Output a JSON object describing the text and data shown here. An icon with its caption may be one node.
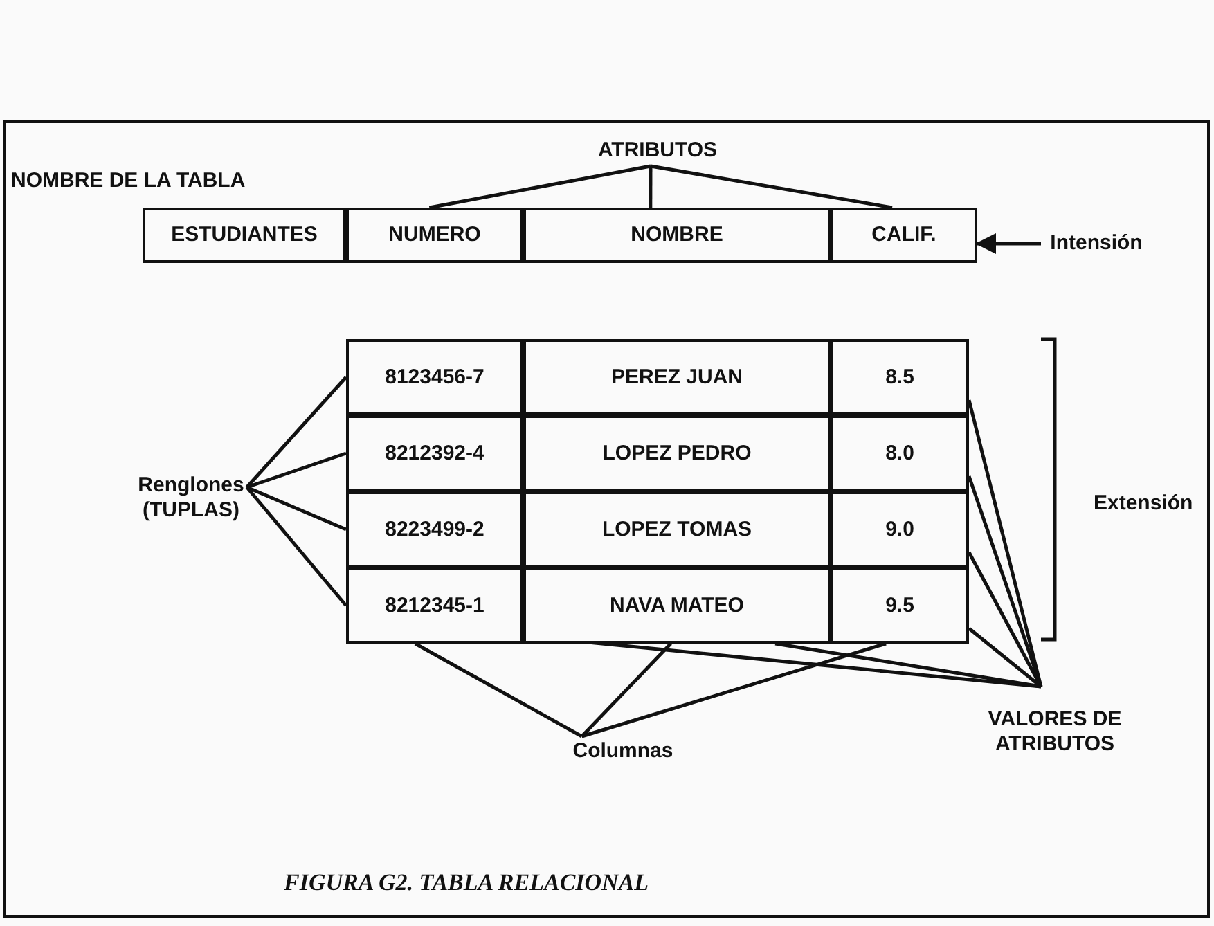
{
  "diagram": {
    "caption": "FIGURA G2. TABLA RELACIONAL",
    "nodes": [
      {
        "text": [
          "ATRIBUTOS"
        ]
      },
      {
        "text": [
          "ESTUDIANTES"
        ]
      },
      {
        "text": [
          "NUMERO"
        ]
      },
      {
        "text": [
          "NOMBRE"
        ]
      },
      {
        "text": [
          "CALIF."
        ]
      },
      {
        "text": [
          "Intensión"
        ]
      },
      {
        "text": [
          "Renglones (TUPLAS)"
        ]
      },
      {
        "text": [
          "8123456-7"
        ]
      },
      {
        "text": [
          "PEREZ JUAN"
        ]
      },
      {
        "text": [
          "8.5"
        ]
      },
      {
        "text": [
          "8212392-4"
        ]
      },
      {
        "text": [
          "LOPEZ PEDRO"
        ]
      },
      {
        "text": [
          "8.0"
        ]
      },
      {
        "text": [
          "8223499-2"
        ]
      },
      {
        "text": [
          "LOPEZ TOMAS"
        ]
      },
      {
        "text": [
          "9.0"
        ]
      },
      {
        "text": [
          "8212345-1"
        ]
      },
      {
        "text": [
          "NAVA MATEO"
        ]
      },
      {
        "text": [
          "9.5"
        ]
      },
      {
        "text": [
          "Columnas"
        ]
      },
      {
        "text": [
          "VALORES DE ATRIBUTOS"
        ]
      }
    ],
    "edges": [
      {
        "from": 0,
        "to": 2,
        "arrow": "none"
      },
      {
        "from": 0,
        "to": 3,
        "arrow": "none"
      },
      {
        "from": 0,
        "to": 4,
        "arrow": "none"
      },
      {
        "from": 5,
        "to": 4,
        "arrow": "to"
      },
      {
        "from": 6,
        "to": 7,
        "arrow": "none"
      },
      {
        "from": 6,
        "to": 10,
        "arrow": "none"
      },
      {
        "from": 6,
        "to": 13,
        "arrow": "none"
      },
      {
        "from": 6,
        "to": 16,
        "arrow": "none"
      },
      {
        "from": 19,
        "to": 16,
        "arrow": "none"
      },
      {
        "from": 19,
        "to": 17,
        "arrow": "none"
      },
      {
        "from": 19,
        "to": 18,
        "arrow": "none"
      },
      {
        "from": 20,
        "to": 9,
        "arrow": "none"
      },
      {
        "from": 20,
        "to": 12,
        "arrow": "none"
      },
      {
        "from": 20,
        "to": 15,
        "arrow": "none"
      },
      {
        "from": 20,
        "to": 18,
        "arrow": "none"
      },
      {
        "from": 20,
        "to": 17,
        "arrow": "none"
      },
      {
        "from": 20,
        "to": 16,
        "arrow": "none"
      }
    ],
    "labels": [
      "NOMBRE DE LA TABLA",
      "Extensión"
    ]
  }
}
